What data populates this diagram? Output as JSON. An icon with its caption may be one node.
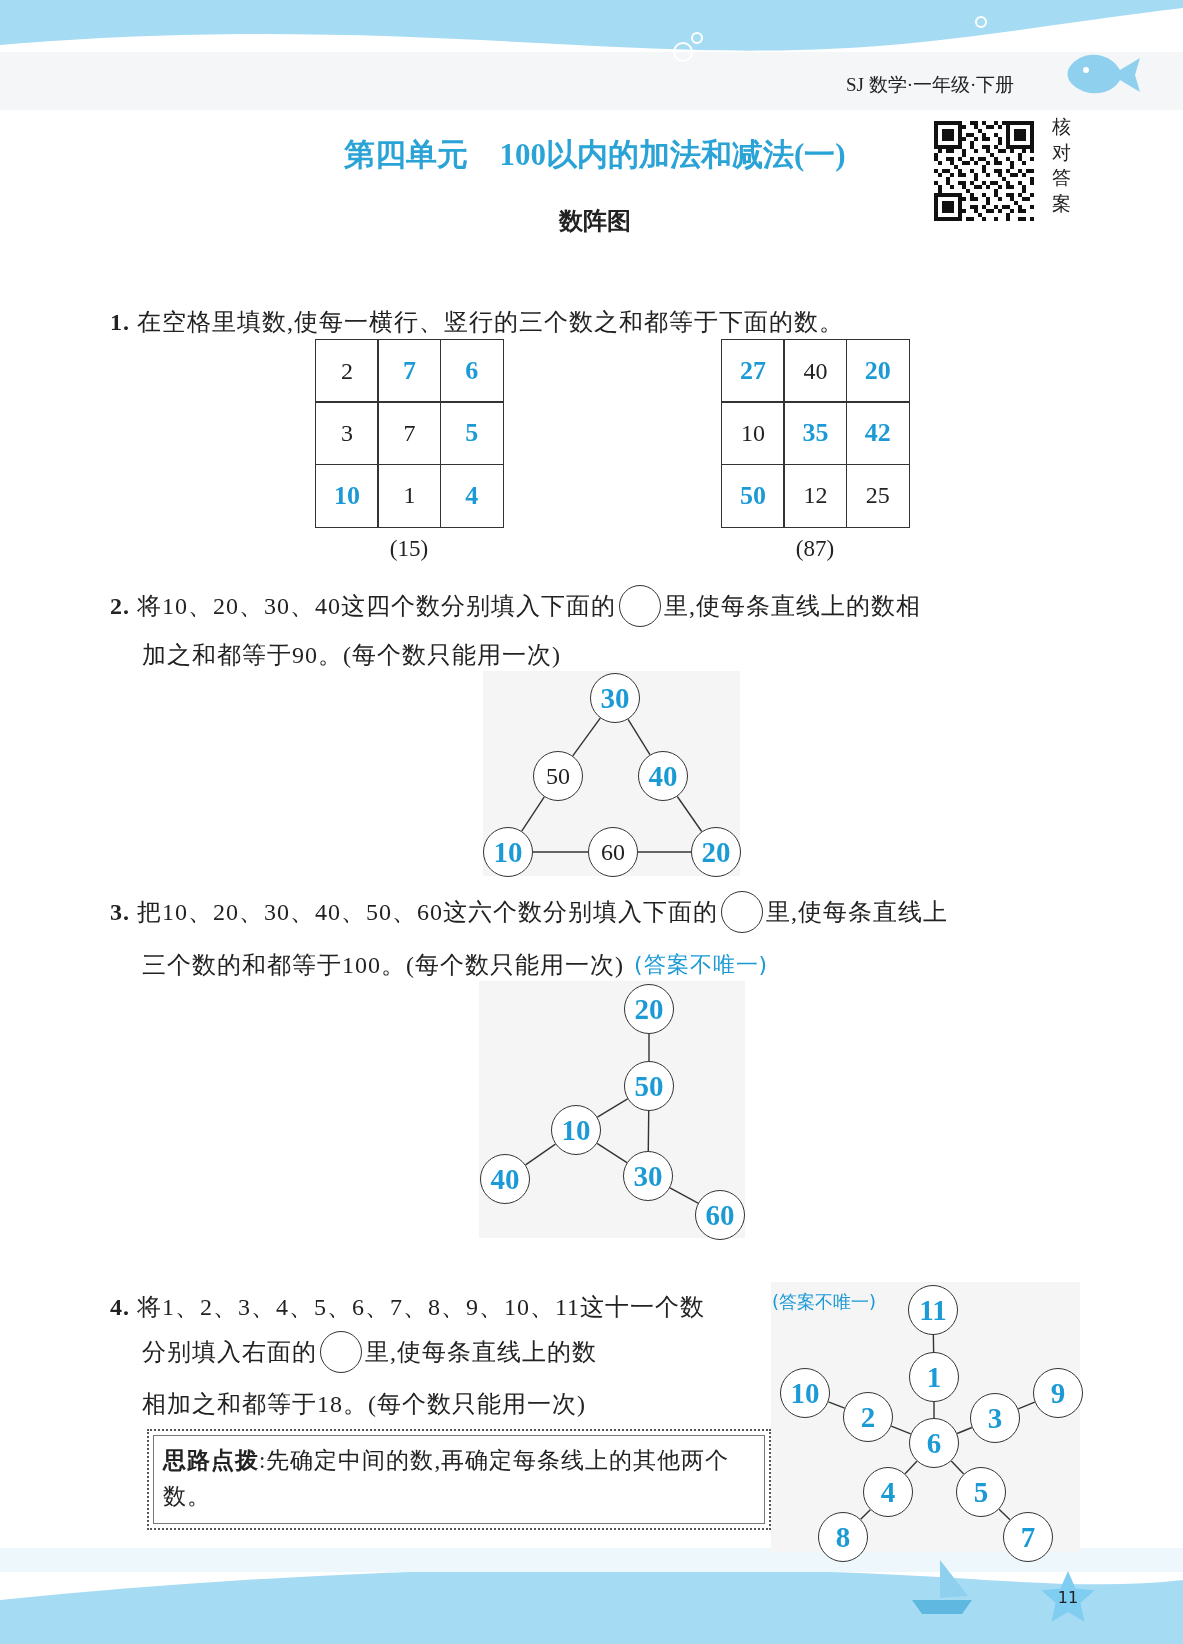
{
  "diagram": {
    "title": "第四单元　100以内的加法和减法(一)",
    "nodes": [
      {
        "text": [
          "30"
        ]
      },
      {
        "text": [
          "50"
        ]
      },
      {
        "text": [
          "40"
        ]
      },
      {
        "text": [
          "10"
        ]
      },
      {
        "text": [
          "60"
        ]
      },
      {
        "text": [
          "20"
        ]
      },
      {
        "text": [
          "20"
        ]
      },
      {
        "text": [
          "50"
        ]
      },
      {
        "text": [
          "10"
        ]
      },
      {
        "text": [
          "30"
        ]
      },
      {
        "text": [
          "40"
        ]
      },
      {
        "text": [
          "60"
        ]
      },
      {
        "text": [
          "11"
        ]
      },
      {
        "text": [
          "1"
        ]
      },
      {
        "text": [
          "10"
        ]
      },
      {
        "text": [
          "2"
        ]
      },
      {
        "text": [
          "9"
        ]
      },
      {
        "text": [
          "3"
        ]
      },
      {
        "text": [
          "6"
        ]
      },
      {
        "text": [
          "4"
        ]
      },
      {
        "text": [
          "5"
        ]
      },
      {
        "text": [
          "8"
        ]
      },
      {
        "text": [
          "7"
        ]
      },
      {
        "text": [
          "**思路点拨**:先确定中间的数,再确定每条线上的其他两个数。"
        ]
      }
    ],
    "edges": [
      {
        "from": 0,
        "to": 1,
        "arrow": "none"
      },
      {
        "from": 1,
        "to": 3,
        "arrow": "none"
      },
      {
        "from": 0,
        "to": 2,
        "arrow": "none"
      },
      {
        "from": 2,
        "to": 5,
        "arrow": "none"
      },
      {
        "from": 3,
        "to": 4,
        "arrow": "none"
      },
      {
        "from": 4,
        "to": 5,
        "arrow": "none"
      },
      {
        "from": 6,
        "to": 7,
        "arrow": "none"
      },
      {
        "from": 7,
        "to": 8,
        "arrow": "none"
      },
      {
        "from": 7,
        "to": 9,
        "arrow": "none"
      },
      {
        "from": 8,
        "to": 9,
        "arrow": "none"
      },
      {
        "from": 10,
        "to": 8,
        "arrow": "none"
      },
      {
        "from": 9,
        "to": 11,
        "arrow": "none"
      },
      {
        "from": 12,
        "to": 13,
        "arrow": "none"
      },
      {
        "from": 13,
        "to": 18,
        "arrow": "none"
      },
      {
        "from": 14,
        "to": 15,
        "arrow": "none"
      },
      {
        "from": 15,
        "to": 18,
        "arrow": "none"
      },
      {
        "from": 16,
        "to": 17,
        "arrow": "none"
      },
      {
        "from": 17,
        "to": 18,
        "arrow": "none"
      },
      {
        "from": 18,
        "to": 19,
        "arrow": "none"
      },
      {
        "from": 19,
        "to": 21,
        "arrow": "none"
      },
      {
        "from": 18,
        "to": 20,
        "arrow": "none"
      },
      {
        "from": 20,
        "to": 22,
        "arrow": "none"
      }
    ],
    "labels": [
      "SJ 数学·一年级·下册",
      "核对答案",
      "数阵图",
      "**1.** 在空格里填数,使每一横行、竖行的三个数之和都等于下面的数。",
      "2",
      "7",
      "6",
      "3",
      "7",
      "5",
      "10",
      "1",
      "4",
      "(15)",
      "27",
      "40",
      "20",
      "10",
      "35",
      "42",
      "50",
      "12",
      "25",
      "(87)",
      "**2.** 将10、20、30、40这四个数分别填入下面的",
      "里,使每条直线上的数相",
      "加之和都等于90。(每个数只能用一次)",
      "**3.** 把10、20、30、40、50、60这六个数分别填入下面的",
      "里,使每条直线上",
      "三个数的和都等于100。(每个数只能用一次)",
      "(答案不唯一)",
      "**4.** 将1、2、3、4、5、6、7、8、9、10、11这十一个数",
      "分别填入右面的",
      "里,使每条直线上的数",
      "相加之和都等于18。(每个数只能用一次)",
      "(答案不唯一)",
      "11"
    ]
  }
}
